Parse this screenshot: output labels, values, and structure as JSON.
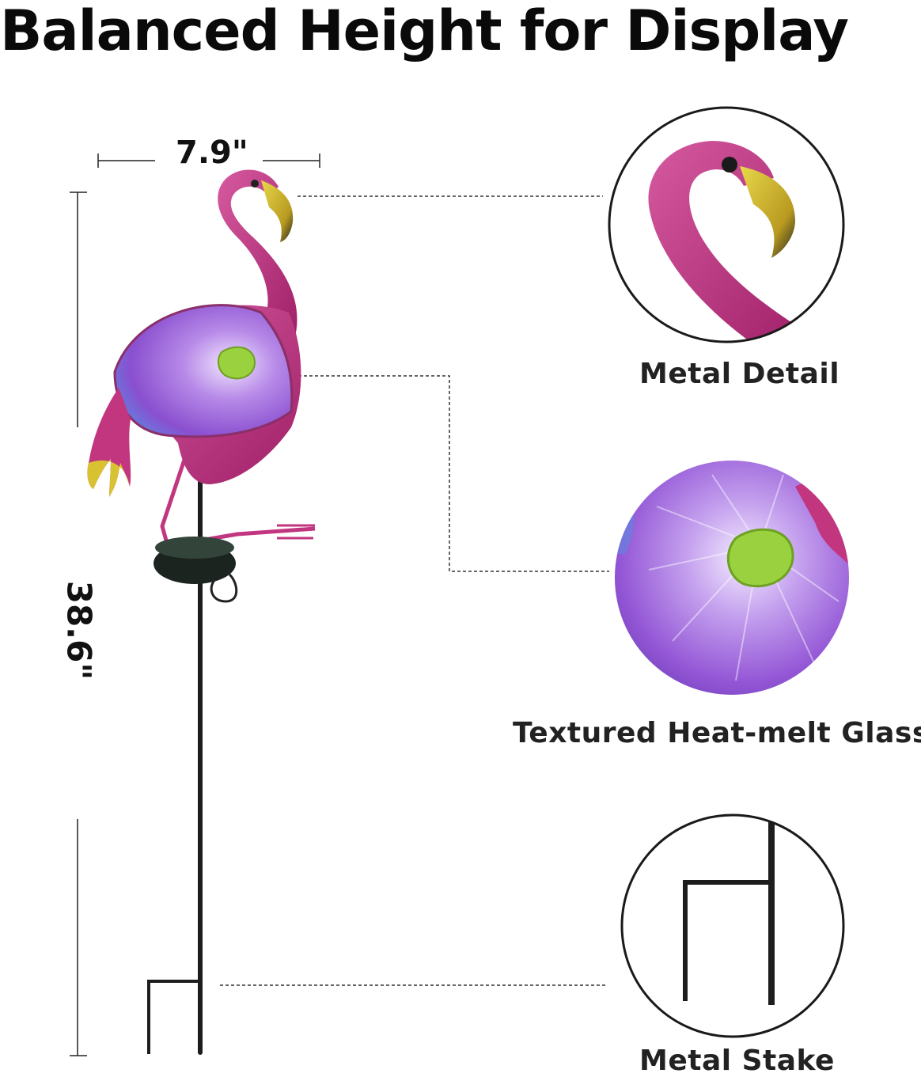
{
  "title": "Balanced Height for Display",
  "dimensions": {
    "width": "7.9\"",
    "height": "38.6\""
  },
  "callouts": [
    {
      "label": "Metal Detail",
      "icon": "flamingo-head-detail"
    },
    {
      "label": "Textured Heat-melt Glass",
      "icon": "glass-body-detail"
    },
    {
      "label": "Metal Stake",
      "icon": "metal-stake-detail"
    }
  ],
  "colors": {
    "flamingo_pink": "#c2357f",
    "glass_purple": "#9a5fd6",
    "glass_blue": "#5b88e0",
    "beak_yellow": "#d9c232",
    "center_green": "#9ad13e",
    "stake": "#1d1d1d"
  }
}
